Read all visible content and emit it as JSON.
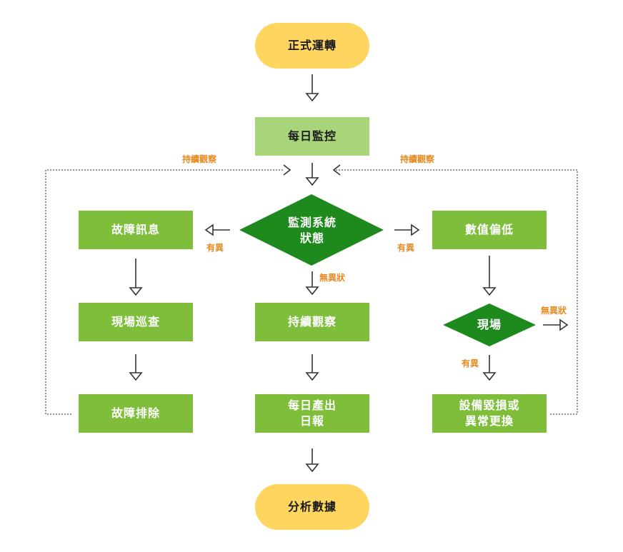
{
  "nodes": {
    "start": "正式運轉",
    "monitor": "每日監控",
    "status": "監測系統\n狀態",
    "fault_msg": "故障訊息",
    "site_patrol": "現場巡查",
    "troubleshoot": "故障排除",
    "keep_observe": "持續觀察",
    "daily_report": "每日產出\n日報",
    "low_value": "數值偏低",
    "site": "現場",
    "replace": "設備毀損或\n異常更換",
    "analyze": "分析數據"
  },
  "labels": {
    "observe_left": "持續觀察",
    "observe_right": "持續觀察",
    "has_abnormal_left": "有異",
    "has_abnormal_right": "有異",
    "no_abnormal_center": "無異狀",
    "no_abnormal_right": "無異狀",
    "has_abnormal_site": "有異"
  },
  "colors": {
    "pill": "#fdd55f",
    "box": "#7ebe3b",
    "box_light": "#a8d57a",
    "diamond": "#1e8a1e",
    "label": "#e88a22"
  }
}
